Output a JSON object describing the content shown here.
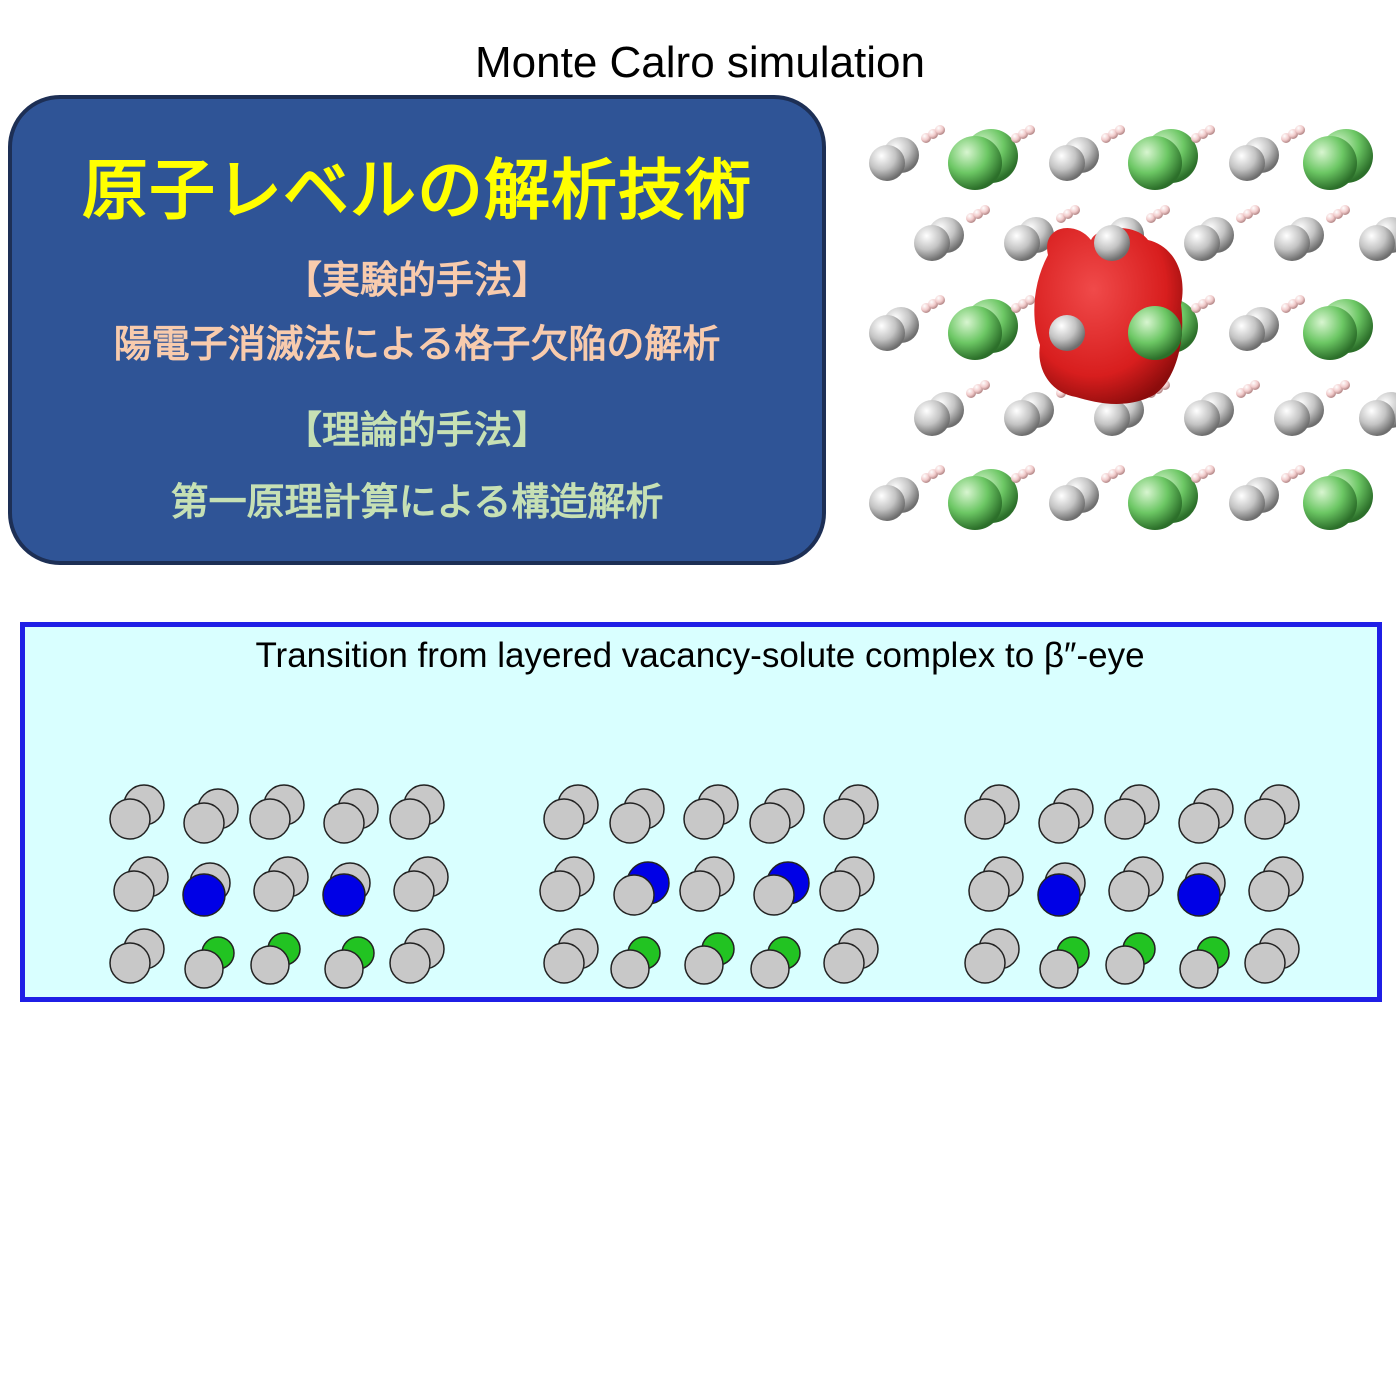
{
  "title_box": {
    "title": "原子レベルの解析技術",
    "experimental_heading": "【実験的手法】",
    "experimental_method": "陽電子消滅法による格子欠陥の解析",
    "theoretical_heading": "【理論的手法】",
    "theoretical_method": "第一原理計算による構造解析"
  },
  "simulation": {
    "title": "Monte Calro simulation",
    "caption": "Transition from layered vacancy-solute complex to β″-eye",
    "frame_count": 3
  },
  "colors": {
    "title_box_bg": "#2f5496",
    "title_text": "#ffff00",
    "experimental_text": "#f8cbad",
    "theoretical_text": "#c6e0b4",
    "panel_bg": "#d9ffff",
    "panel_border": "#1f1fe6",
    "host_atom": "#c8c8c8",
    "solute_green": "#22c322",
    "solute_blue": "#0000e6",
    "arrow": "#e6141e",
    "positron_density": "#d81e1e"
  },
  "icons": [
    "atom-sphere-gray",
    "atom-sphere-green",
    "atom-sphere-pink",
    "arrow-right-icon"
  ]
}
